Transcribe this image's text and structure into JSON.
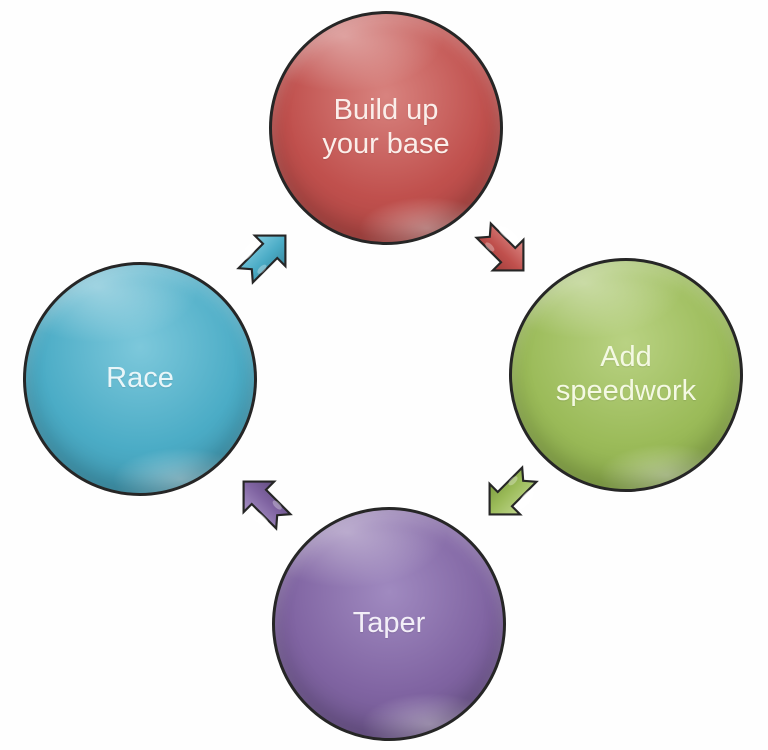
{
  "diagram": {
    "type": "cycle",
    "background_color": "#fefefe",
    "outline_color": "#262626",
    "nodes": [
      {
        "id": "build-up-your-base",
        "label": "Build up your base",
        "position": "top",
        "color": "#c0504d",
        "color_light": "#d8837f",
        "color_dark": "#9e3e3b",
        "text_color": "#fbeeea"
      },
      {
        "id": "add-speedwork",
        "label": "Add speedwork",
        "position": "right",
        "color": "#9bbb59",
        "color_light": "#b9d283",
        "color_dark": "#7c9c3f",
        "text_color": "#f4f9e3"
      },
      {
        "id": "taper",
        "label": "Taper",
        "position": "bottom",
        "color": "#8064a2",
        "color_light": "#a08ac0",
        "color_dark": "#624d80",
        "text_color": "#f3eff8"
      },
      {
        "id": "race",
        "label": "Race",
        "position": "left",
        "color": "#4bacc6",
        "color_light": "#7dc8db",
        "color_dark": "#38889f",
        "text_color": "#e9f6f9"
      }
    ],
    "arrows": [
      {
        "id": "arrow-build-to-speedwork",
        "from": "Build up your base",
        "to": "Add speedwork",
        "direction": "down-right",
        "color": "#c0504d",
        "color_light": "#dc8b87",
        "color_dark": "#9e3e3b"
      },
      {
        "id": "arrow-speedwork-to-taper",
        "from": "Add speedwork",
        "to": "Taper",
        "direction": "down-left",
        "color": "#9bbb59",
        "color_light": "#c0d68e",
        "color_dark": "#7c9c3f"
      },
      {
        "id": "arrow-taper-to-race",
        "from": "Taper",
        "to": "Race",
        "direction": "up-left",
        "color": "#8064a2",
        "color_light": "#a893c5",
        "color_dark": "#624d80"
      },
      {
        "id": "arrow-race-to-build",
        "from": "Race",
        "to": "Build up your base",
        "direction": "up-right",
        "color": "#4bacc6",
        "color_light": "#85cde0",
        "color_dark": "#38889f"
      }
    ]
  }
}
